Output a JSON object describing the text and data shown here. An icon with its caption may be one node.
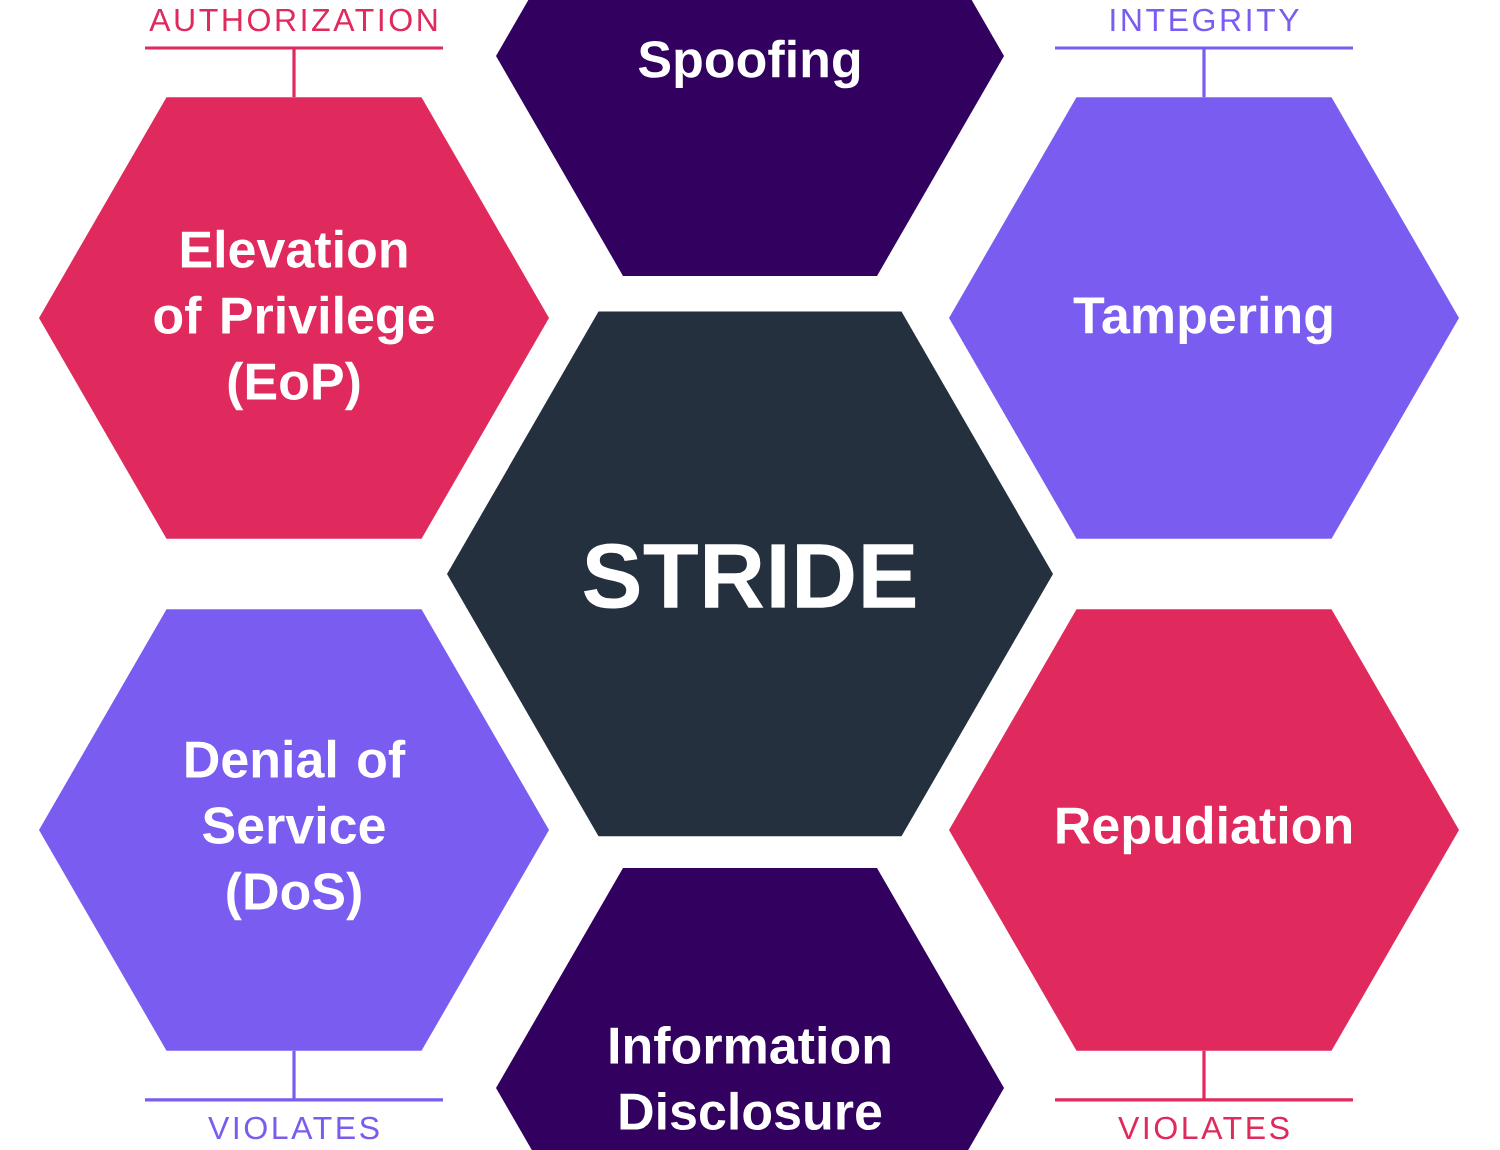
{
  "diagram": {
    "nodes": [
      {
        "text": [
          "Spoofing"
        ]
      },
      {
        "text": [
          "Elevation of Privilege (EoP)"
        ],
        "beside": [
          "AUTHORIZATION"
        ]
      },
      {
        "text": [
          "Tampering"
        ],
        "beside": [
          "INTEGRITY"
        ]
      },
      {
        "text": [
          "STRIDE"
        ]
      },
      {
        "text": [
          "Denial of Service (DoS)"
        ],
        "beside": [
          "VIOLATES"
        ]
      },
      {
        "text": [
          "Repudiation"
        ],
        "beside": [
          "VIOLATES"
        ]
      },
      {
        "text": [
          "Information Disclosure"
        ]
      }
    ]
  }
}
